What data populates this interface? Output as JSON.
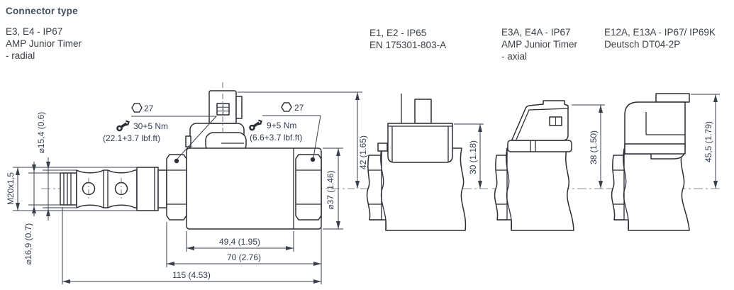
{
  "page": {
    "title": "Connector type"
  },
  "connectors": [
    {
      "lines": [
        "E3, E4 - IP67",
        "AMP Junior Timer",
        "- radial"
      ]
    },
    {
      "lines": [
        "E1, E2 - IP65",
        "EN 175301-803-A"
      ]
    },
    {
      "lines": [
        "E3A, E4A - IP67",
        "AMP Junior Timer",
        "- axial"
      ]
    },
    {
      "lines": [
        "E12A, E13A - IP67/ IP69K",
        "Deutsch DT04-2P"
      ]
    }
  ],
  "dims": {
    "tip_od": "⌀15,4 (0.6)",
    "thread": "M20x1,5",
    "seal_od": "⌀16,9 (0.7)",
    "hex1_af": "27",
    "hex1_torque": "30+5 Nm",
    "hex1_torque_imp": "(22.1+3.7 lbf.ft)",
    "hex2_af": "27",
    "hex2_torque": "9+5 Nm",
    "hex2_torque_imp": "(6.6+3.7 lbf.ft)",
    "radial_height": "42 (1.65)",
    "coil_od": "⌀37 (1.46)",
    "coil_len": "49,4 (1.95)",
    "body_len": "70 (2.76)",
    "total_len": "115 (4.53)",
    "din_height": "30 (1.18)",
    "axial_height": "38 (1.50)",
    "deutsch_height": "45,5 (1.79)"
  },
  "colors": {
    "line": "#2b2e36",
    "dim_text": "#323c4e",
    "label_text": "#3a4047",
    "heading": "#44505e",
    "centerline": "#8d9095",
    "background": "#ffffff"
  }
}
